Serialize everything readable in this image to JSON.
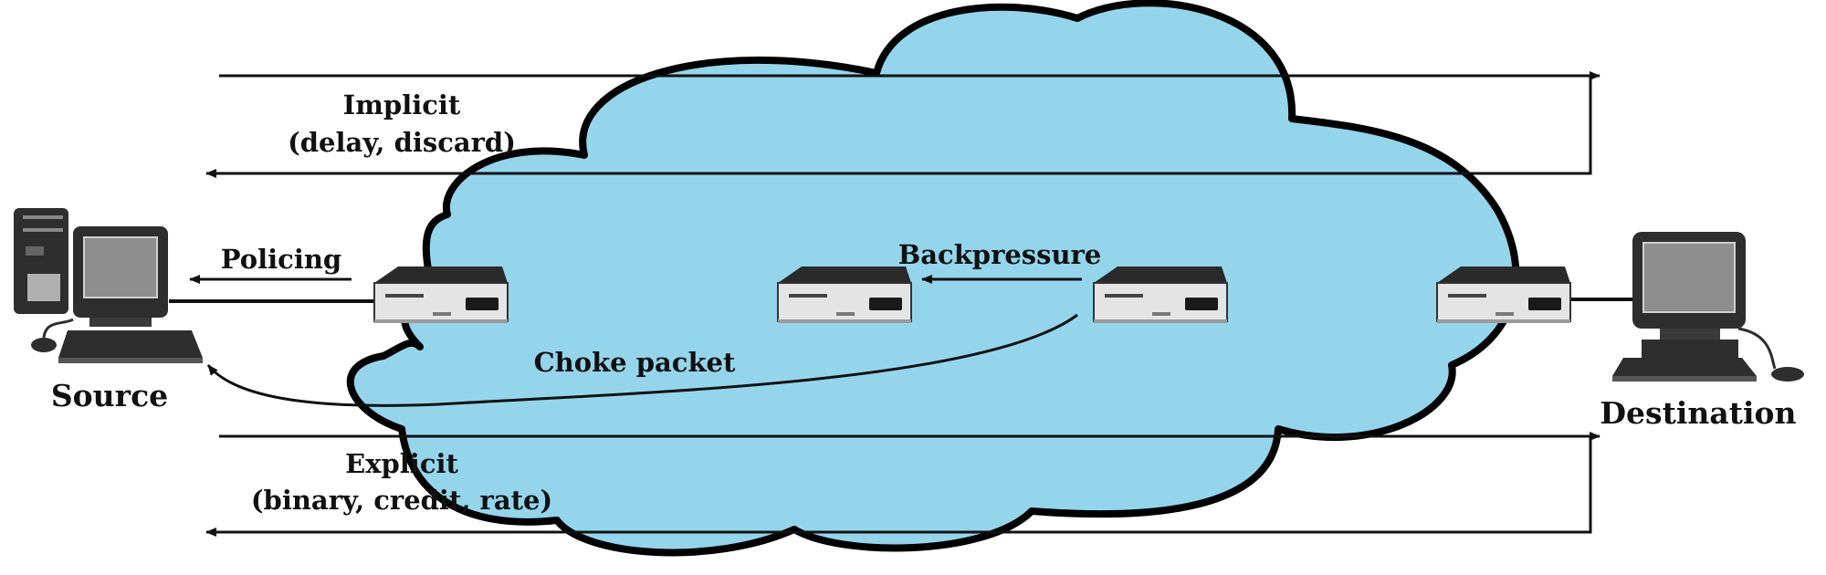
{
  "colors": {
    "cloud_fill": "#94d5ec",
    "cloud_stroke": "#000000",
    "line": "#111111",
    "router_top": "#2a2a2a",
    "router_face": "#e4e4e4",
    "monitor_screen": "#8e8e8e"
  },
  "labels": {
    "implicit": "Implicit",
    "implicit_detail": "(delay, discard)",
    "policing": "Policing",
    "backpressure": "Backpressure",
    "choke_packet": "Choke packet",
    "explicit": "Explicit",
    "explicit_detail": "(binary, credit, rate)",
    "source": "Source",
    "destination": "Destination"
  },
  "icons": {
    "source_computer": "desktop-computer-icon",
    "destination_computer": "desktop-computer-icon",
    "router": "router-icon"
  }
}
